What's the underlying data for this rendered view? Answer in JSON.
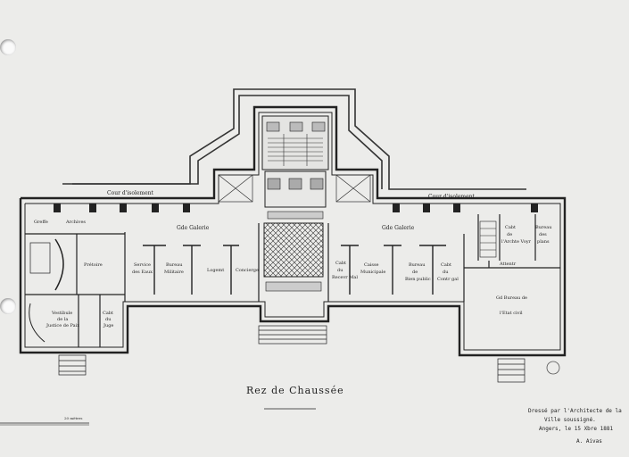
{
  "title": "Rez de Chaussée",
  "courts": {
    "left": "Cour d'isolement",
    "right": "Cour d'isolement"
  },
  "rooms": {
    "greffe": "Greffe",
    "archives": "Archives",
    "gallery_left": "Gde Galerie",
    "gallery_right": "Gde Galerie",
    "pretoire": "Prétoire",
    "vestibule": [
      "Vestibule",
      "de la",
      "Justice de Paix"
    ],
    "cab_juge": [
      "Cabt",
      "du",
      "Juge"
    ],
    "service_eaux": [
      "Service",
      "des Eaux"
    ],
    "bureau_militaire": [
      "Bureau",
      "Militaire"
    ],
    "logement": "Logemt",
    "concierge": "Concierge",
    "cab_receveur": [
      "Cabt",
      "du",
      "Recevr Mal"
    ],
    "caisse_municipale": [
      "Caisse",
      "Municipale"
    ],
    "bureau_biens_publics": [
      "Bureau",
      "de",
      "Bien public"
    ],
    "cab_controleur": [
      "Cabt",
      "du",
      "Contr gal"
    ],
    "cab_architecte": [
      "Cabt",
      "de",
      "l'Archte Voyr"
    ],
    "bureau_plans": [
      "Bureau",
      "des",
      "plans"
    ],
    "attente": "Attentr",
    "etat_civil": [
      "Gd Bureau de",
      "l'Etat civil"
    ]
  },
  "scale_label": "20 mètres",
  "signature": [
    "Dressé par l'Architecte de la",
    "Ville soussigné.",
    "Angers, le 15 Xbre 1881",
    "A. Aivas"
  ]
}
